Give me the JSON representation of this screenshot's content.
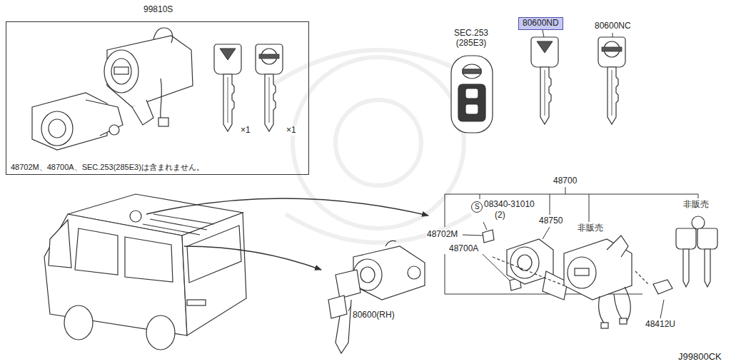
{
  "diagram": {
    "nodes": [
      {
        "text": [
          "99810S",
          "48702M、48700A、SEC.253(285E3)は含まれません。"
        ]
      },
      {
        "text": [
          "80600ND"
        ]
      },
      {
        "text": [
          "S"
        ]
      }
    ],
    "labels": [
      "×1",
      "×1",
      "SEC.253 (285E3)",
      "80600NC",
      "48700",
      "08340-31010",
      "(2)",
      "48750",
      "非販売",
      "非販売",
      "48702M",
      "48700A",
      "48412U",
      "80600(RH)",
      "J99800CK"
    ]
  }
}
